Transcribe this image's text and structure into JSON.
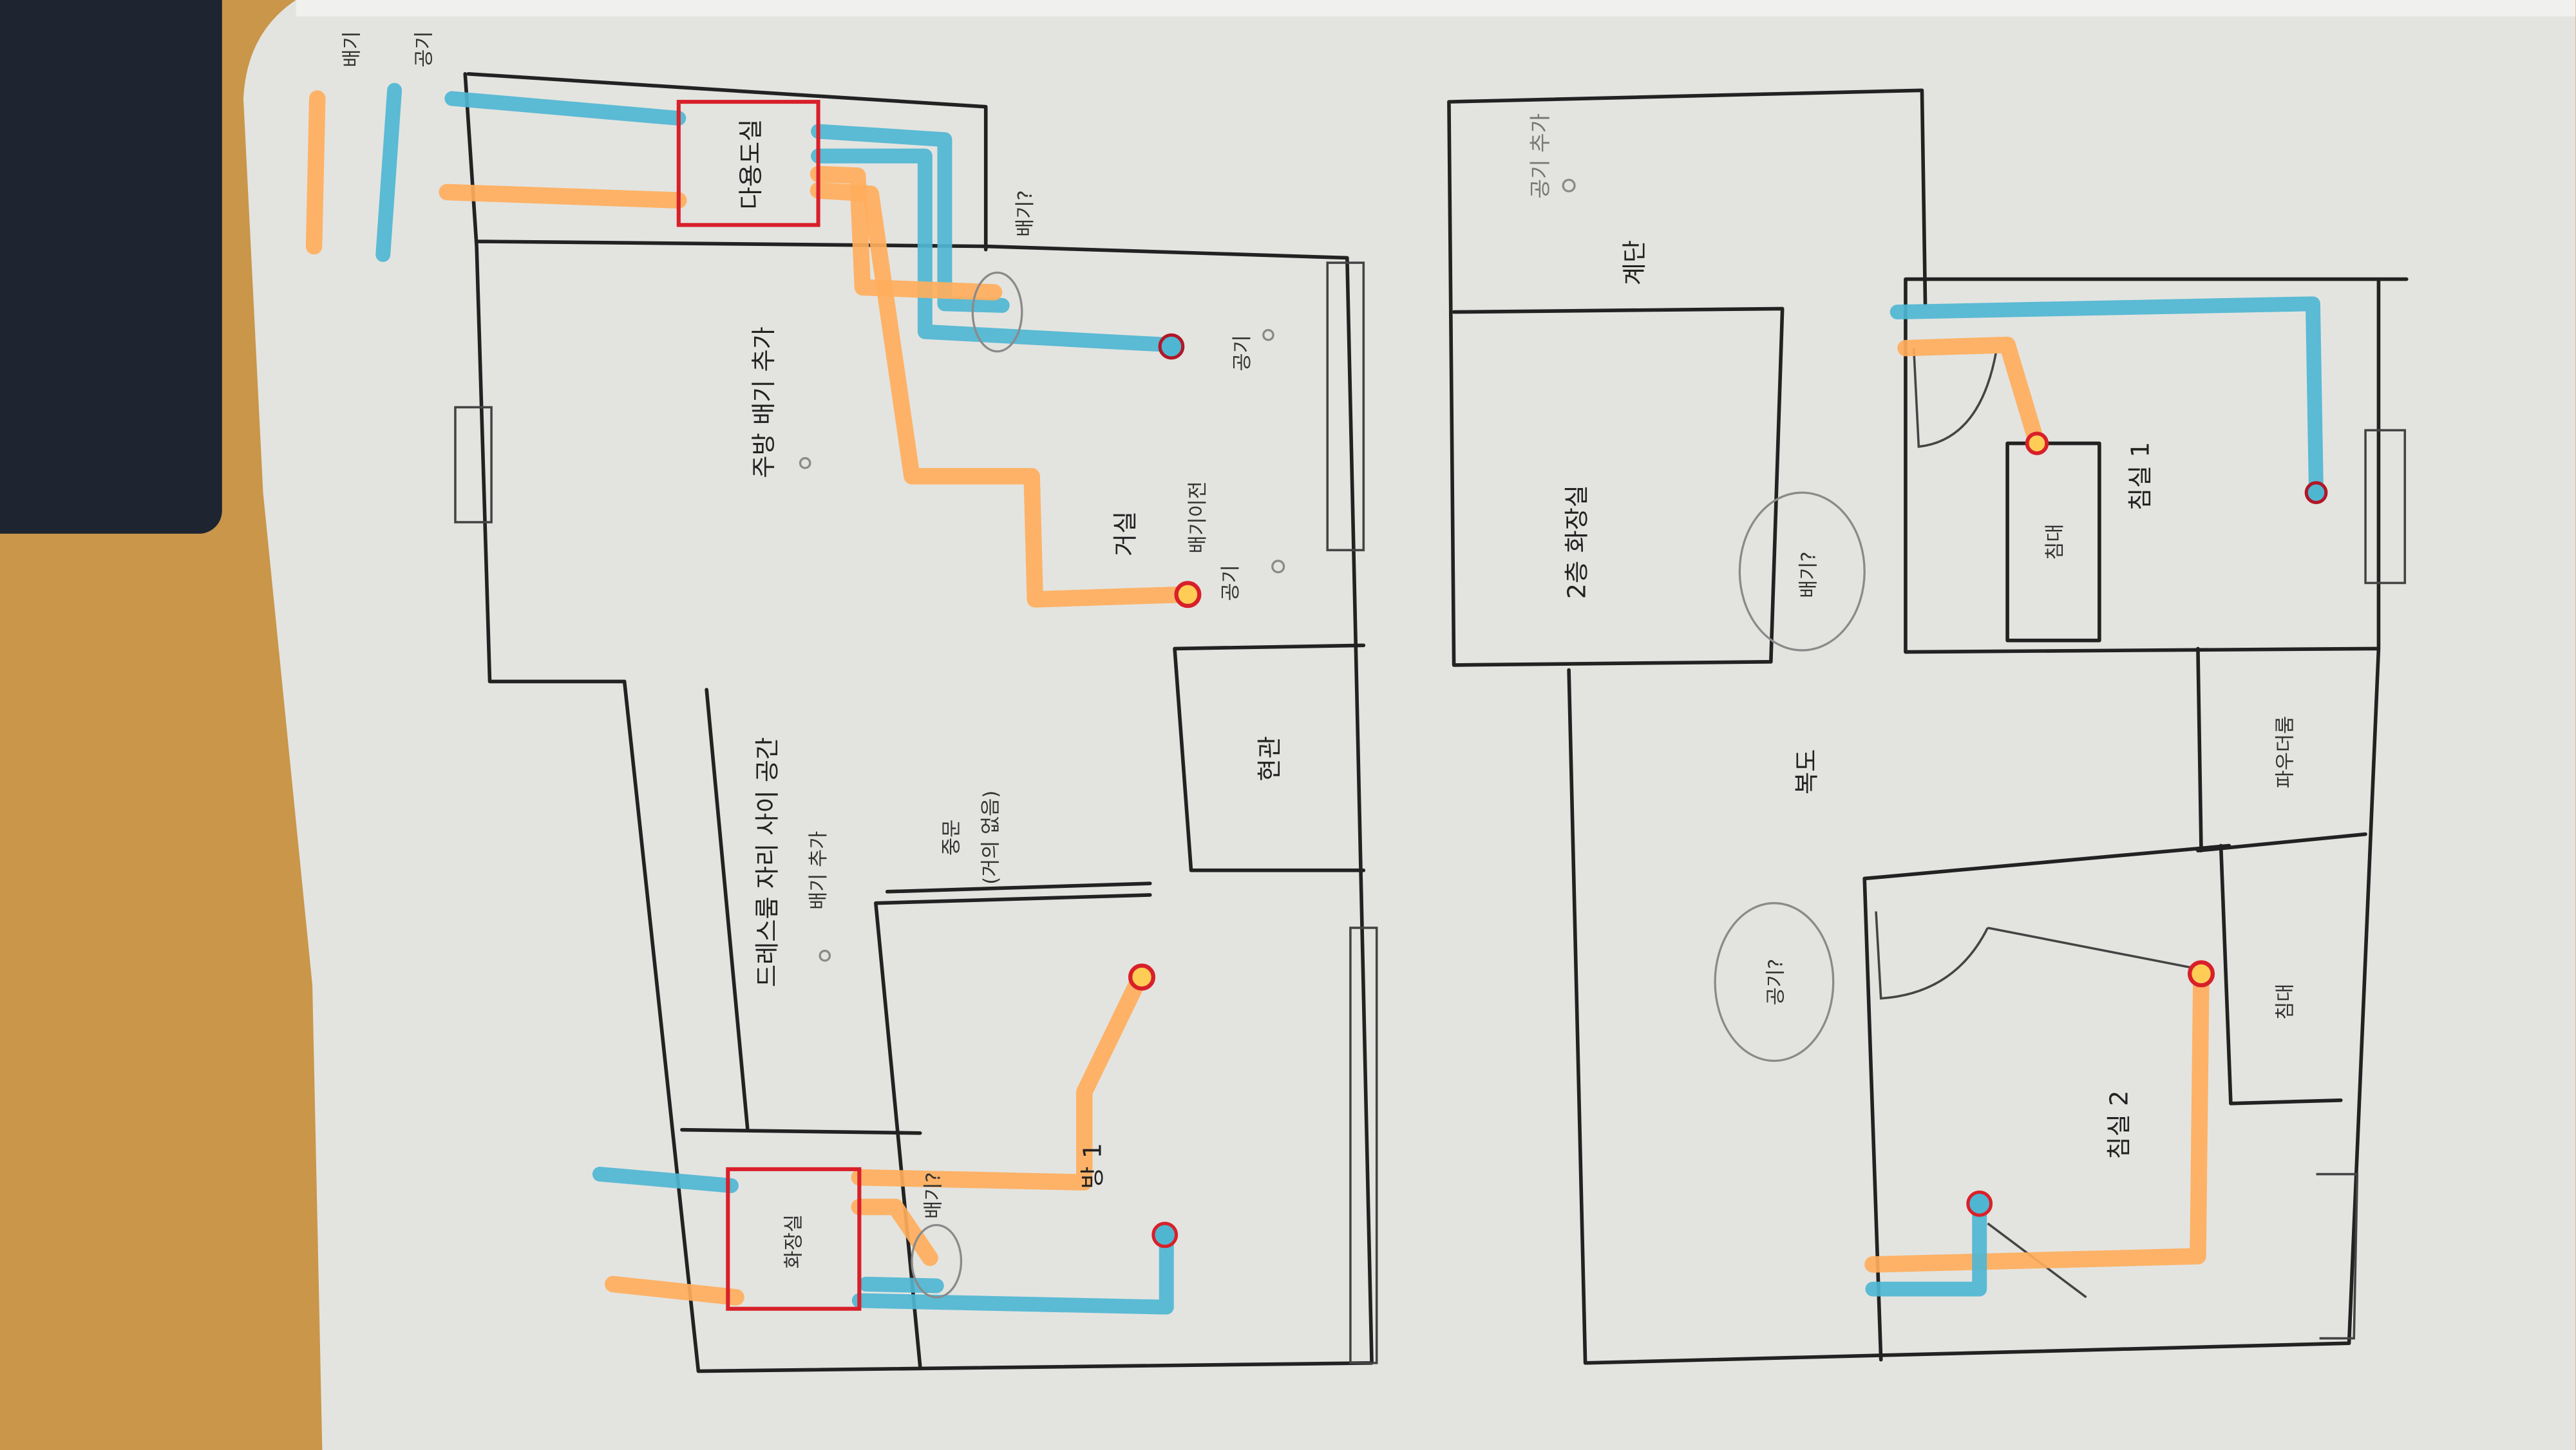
{
  "legend": {
    "exhaust": "배기",
    "supply": "공기"
  },
  "colors": {
    "exhaust": "#ffae5c",
    "supply": "#4fb6d2",
    "marker": "#d8202a",
    "wall": "#222222"
  },
  "floor1": {
    "utility_room": "다용도실",
    "utility_exhaust_q": "배기?",
    "kitchen": "주방 배기 추가",
    "living": "거실",
    "living_move": "배기이전",
    "living_supply": "공기",
    "supply_note": "공기",
    "dressing": "드레스룸 자리 사이 공간",
    "dressing_add": "배기 추가",
    "partition": "중문",
    "partition_note": "(거의 없음)",
    "entrance": "현관",
    "room1": "방 1",
    "bathroom": "화장실",
    "bathroom_exhaust_q": "배기?"
  },
  "floor2": {
    "supply_add": "공기 추가",
    "stairs": "계단",
    "bathroom2": "2층 화장실",
    "exhaust_q": "배기?",
    "hallway": "복도",
    "bedroom1": "침실 1",
    "bed1": "침대",
    "powder_room": "파우더룸",
    "bed2": "침대",
    "bedroom2": "침실 2",
    "supply_q": "공기?"
  }
}
